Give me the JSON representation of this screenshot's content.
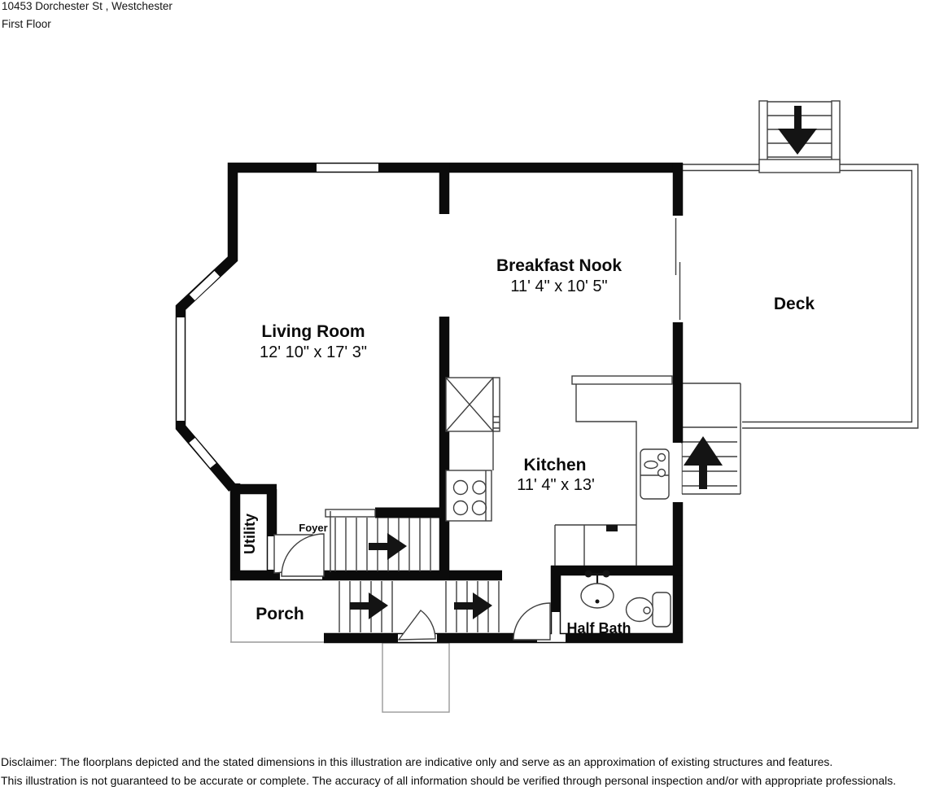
{
  "header": {
    "address": "10453 Dorchester St , Westchester",
    "floor_label": "First Floor"
  },
  "rooms": {
    "living_room": {
      "name": "Living Room",
      "dims": "12' 10\" x 17' 3\""
    },
    "breakfast_nook": {
      "name": "Breakfast Nook",
      "dims": "11' 4\" x 10' 5\""
    },
    "kitchen": {
      "name": "Kitchen",
      "dims": "11' 4\" x 13'"
    },
    "deck": {
      "name": "Deck"
    },
    "utility": {
      "name": "Utility"
    },
    "foyer": {
      "name": "Foyer"
    },
    "porch": {
      "name": "Porch"
    },
    "half_bath": {
      "name": "Half Bath"
    }
  },
  "icons": {
    "stair_arrows": [
      "right-arrow",
      "right-arrow",
      "right-arrow",
      "up-arrow",
      "down-arrow"
    ]
  },
  "disclaimer": {
    "line1": "Disclaimer: The floorplans depicted and the stated dimensions in this illustration are indicative only and serve as an approximation of existing structures and features.",
    "line2": "This illustration is not guaranteed to be accurate or complete. The accuracy of all information should be verified through personal inspection and/or with appropriate professionals."
  },
  "colors": {
    "wall": "#0b0b0b",
    "thin_line": "#3f3f3f",
    "background": "#ffffff"
  }
}
